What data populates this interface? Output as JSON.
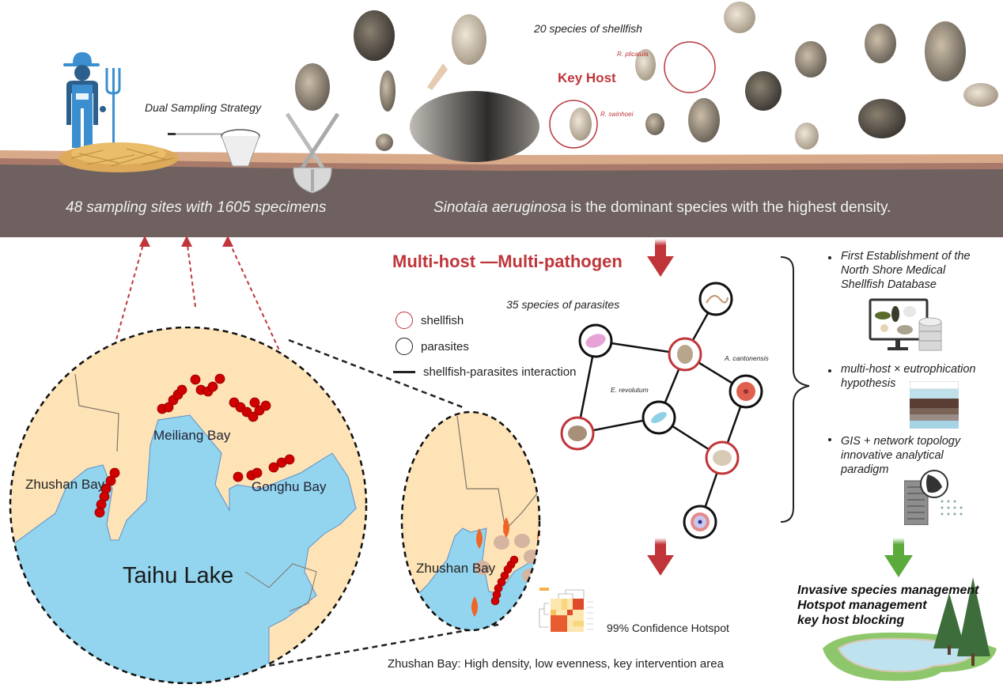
{
  "top_panel": {
    "dual_sampling_label": "Dual Sampling Strategy",
    "species_count_label": "20 species of shellfish",
    "key_host_label": "Key Host",
    "key_host_species": [
      "R. plicatula",
      "R. swinhoei"
    ],
    "sites_caption": "48 sampling sites with 1605 specimens",
    "dominant_species_name": "Sinotaia aeruginosa",
    "dominant_species_caption": " is the dominant species with the highest density."
  },
  "network": {
    "title": "Multi-host —Multi-pathogen",
    "parasite_count_label": "35 species of parasites",
    "legend": [
      {
        "label": "shellfish",
        "kind": "shellfish"
      },
      {
        "label": "parasites",
        "kind": "parasite"
      },
      {
        "label": "shellfish-parasites interaction",
        "kind": "edge"
      }
    ],
    "node_labels": {
      "e_revolutum": "E. revolutum",
      "a_cantonensis": "A. cantonensis"
    }
  },
  "findings": {
    "items": [
      "First Establishment of the North Shore Medical Shellfish Database",
      "multi-host × eutrophication hypothesis",
      "GIS + network topology innovative analytical paradigm"
    ]
  },
  "map": {
    "lake_label": "Taihu Lake",
    "bays": [
      "Meiliang Bay",
      "Zhushan Bay",
      "Gonghu Bay"
    ],
    "inset_bay_label": "Zhushan Bay"
  },
  "hotspot": {
    "label": "99% Confidence Hotspot",
    "summary": "Zhushan Bay: High density, low evenness, key intervention area"
  },
  "management": {
    "lines": [
      "Invasive species management",
      "Hotspot management",
      "key host blocking"
    ]
  },
  "colors": {
    "accent_red": "#c0353a",
    "soil": "#6e6160",
    "land": "#fde3b6",
    "water": "#93d5ef",
    "site_marker": "#d10000",
    "arrow_green": "#5caa3b"
  }
}
